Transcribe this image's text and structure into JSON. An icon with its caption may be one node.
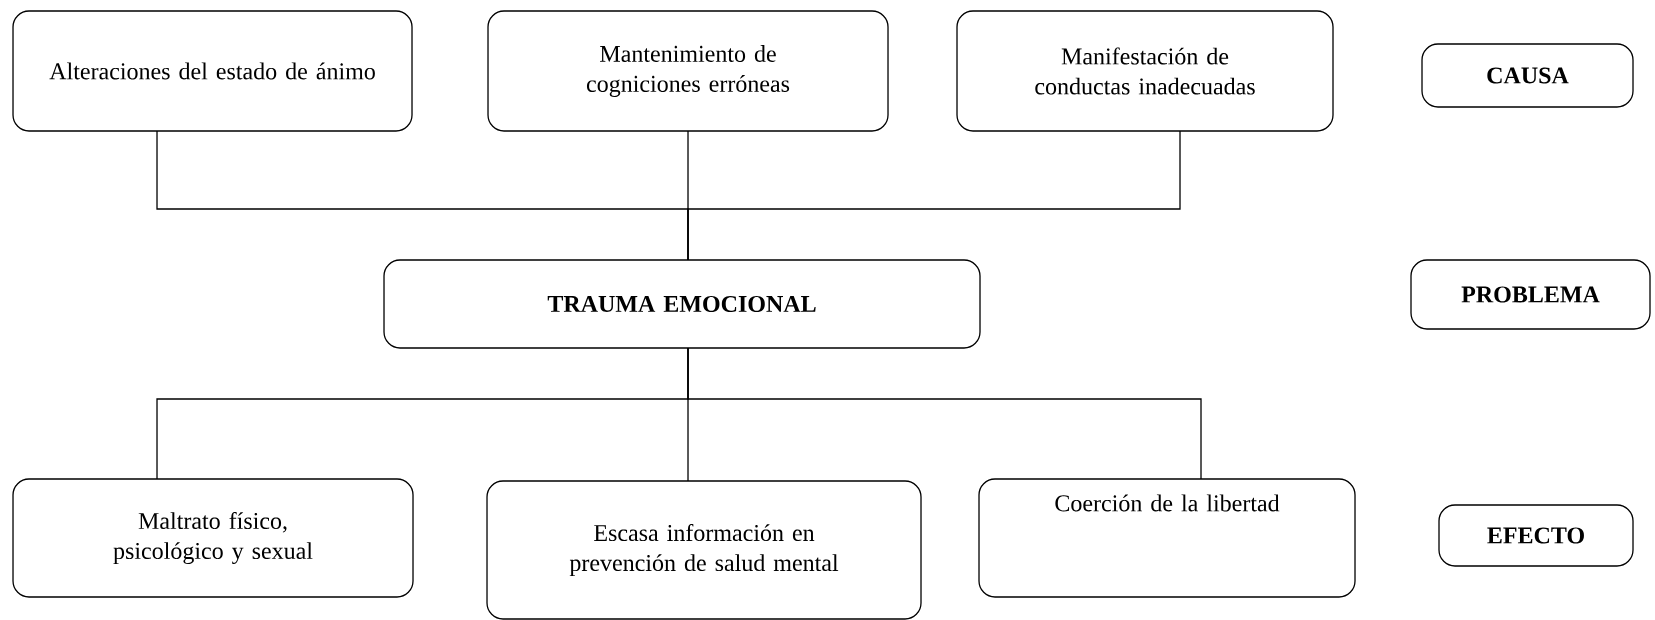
{
  "diagram": {
    "nodes": [
      {
        "text": [
          "Alteraciones del estado de ánimo"
        ]
      },
      {
        "text": [
          "Mantenimiento de cogniciones erróneas"
        ]
      },
      {
        "text": [
          "Manifestación de conductas inadecuadas"
        ]
      },
      {
        "text": [
          "CAUSA"
        ]
      },
      {
        "text": [
          "TRAUMA EMOCIONAL"
        ]
      },
      {
        "text": [
          "PROBLEMA"
        ]
      },
      {
        "text": [
          "Maltrato físico, psicológico y sexual"
        ]
      },
      {
        "text": [
          "Escasa información en prevención de salud mental"
        ]
      },
      {
        "text": [
          "Coerción de la libertad"
        ]
      },
      {
        "text": [
          "EFECTO"
        ]
      }
    ],
    "edges": [
      {
        "from": 0,
        "to": 4,
        "arrow": "none"
      },
      {
        "from": 1,
        "to": 4,
        "arrow": "none"
      },
      {
        "from": 2,
        "to": 4,
        "arrow": "none"
      },
      {
        "from": 4,
        "to": 6,
        "arrow": "none"
      },
      {
        "from": 4,
        "to": 7,
        "arrow": "none"
      },
      {
        "from": 4,
        "to": 8,
        "arrow": "none"
      }
    ]
  }
}
